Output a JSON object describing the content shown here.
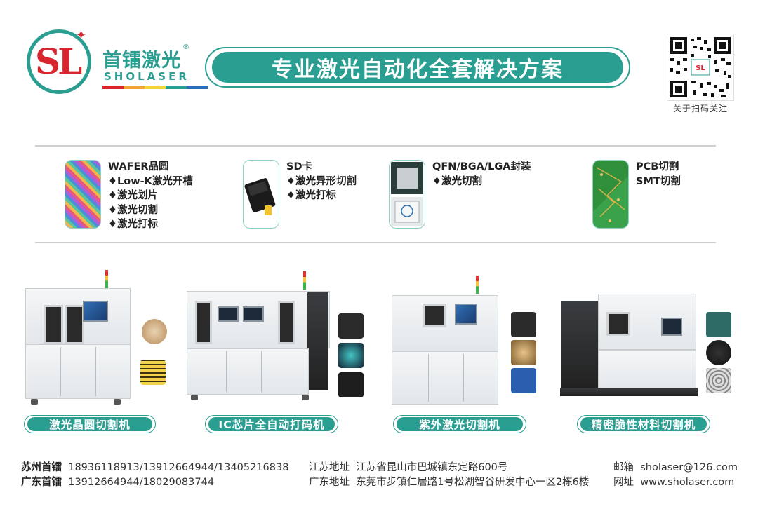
{
  "header": {
    "logo_text": "首镭激光",
    "logo_en": "SHOLASER",
    "logo_mark": "SL",
    "logo_reg": "®",
    "banner": "专业激光自动化全套解决方案",
    "qr_caption": "关于扫码关注"
  },
  "applications": [
    {
      "lines": [
        "WAFER晶圆",
        "♦Low-K激光开槽",
        "♦激光划片",
        "♦激光切割",
        "♦激光打标"
      ]
    },
    {
      "lines": [
        "SD卡",
        "♦激光异形切割",
        "♦激光打标"
      ]
    },
    {
      "lines": [
        "QFN/BGA/LGA封装",
        "♦激光切割"
      ]
    },
    {
      "lines": [
        "PCB切割",
        "SMT切割"
      ]
    }
  ],
  "machines": [
    {
      "label": "激光晶圆切割机"
    },
    {
      "label": "IC芯片全自动打码机"
    },
    {
      "label": "紫外激光切割机"
    },
    {
      "label": "精密脆性材料切割机"
    }
  ],
  "footer": {
    "suzhou_label": "苏州首镭",
    "suzhou_phones": "18936118913/13912664944/13405216838",
    "guangdong_label": "广东首镭",
    "guangdong_phones": "13912664944/18029083744",
    "js_addr_label": "江苏地址",
    "js_addr": "江苏省昆山市巴城镇东定路600号",
    "gd_addr_label": "广东地址",
    "gd_addr": "东莞市步镇仁居路1号松湖智谷研发中心一区2栋6楼",
    "email_label": "邮箱",
    "email": "sholaser@126.com",
    "web_label": "网址",
    "web": "www.sholaser.com"
  },
  "colors": {
    "brand_teal": "#2b9e92",
    "brand_red": "#d9262e"
  }
}
